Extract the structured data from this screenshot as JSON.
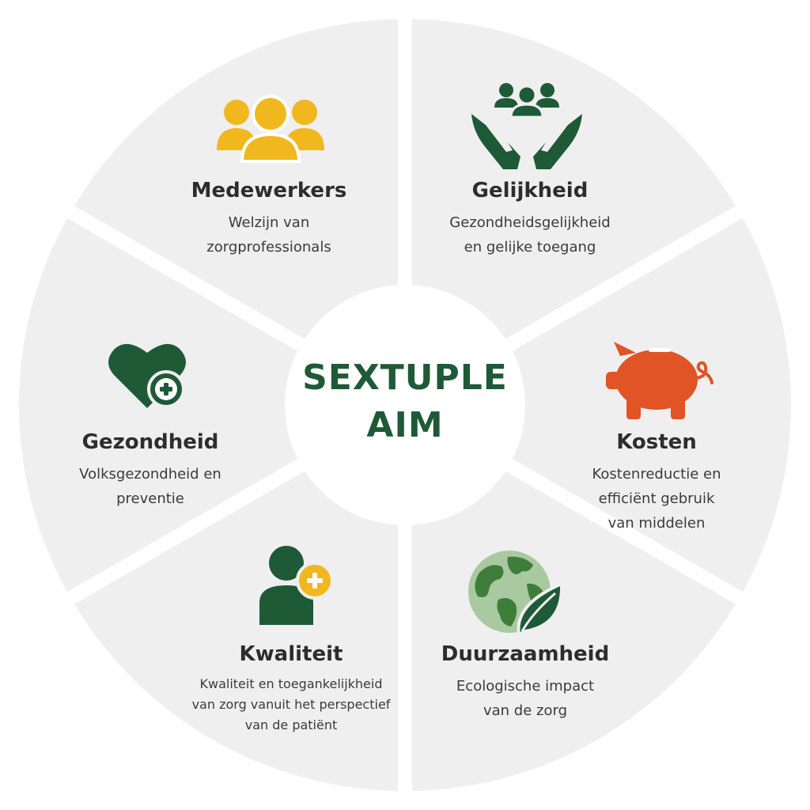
{
  "center": {
    "line1": "SEXTUPLE",
    "line2": "AIM"
  },
  "colors": {
    "segment_fill": "#efefef",
    "dark_green": "#1e5a36",
    "yellow": "#f0b81e",
    "orange": "#e05426",
    "center_text": "#1e5a36"
  },
  "segments": [
    {
      "title": "Medewerkers",
      "desc": [
        "Welzijn van",
        "zorgprofessionals"
      ],
      "icon": "people-group-icon"
    },
    {
      "title": "Gelijkheid",
      "desc": [
        "Gezondheidsgelijkheid",
        "en gelijke toegang"
      ],
      "icon": "hands-holding-people-icon"
    },
    {
      "title": "Kosten",
      "desc": [
        "Kostenreductie en",
        "efficiënt gebruik",
        "van middelen"
      ],
      "icon": "piggy-bank-icon"
    },
    {
      "title": "Duurzaamheid",
      "desc": [
        "Ecologische impact",
        "van de zorg"
      ],
      "icon": "globe-leaf-icon"
    },
    {
      "title": "Kwaliteit",
      "desc": [
        "Kwaliteit en toegankelijkheid",
        "van zorg vanuit het perspectief",
        "van de patiënt"
      ],
      "icon": "patient-plus-icon"
    },
    {
      "title": "Gezondheid",
      "desc": [
        "Volksgezondheid en",
        "preventie"
      ],
      "icon": "heart-plus-icon"
    }
  ]
}
